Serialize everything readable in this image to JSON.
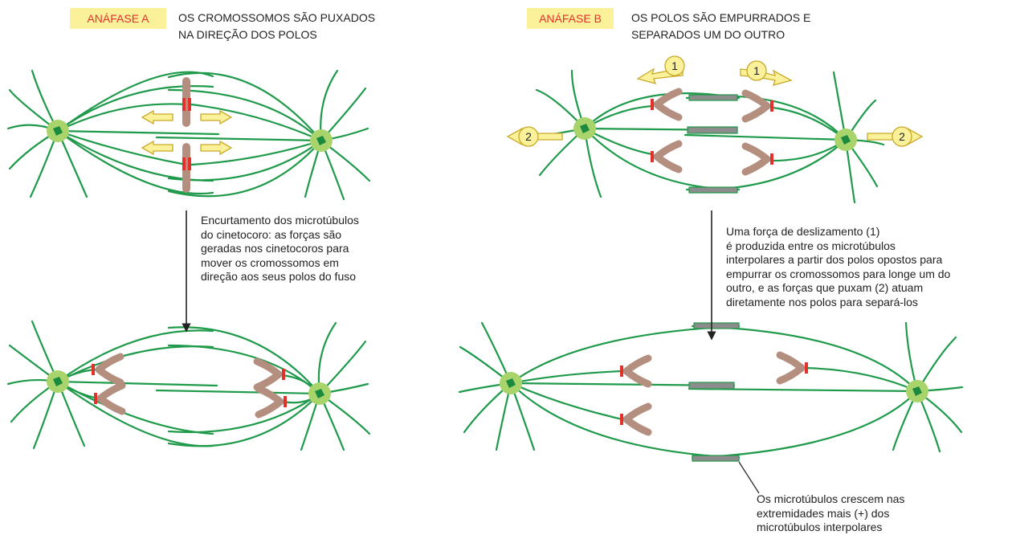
{
  "panel_a": {
    "tag": "ANÁFASE A",
    "heading": "OS CROMOSSOMOS SÃO PUXADOS\nNA DIREÇÃO DOS POLOS",
    "description": "Encurtamento dos microtúbulos\ndo cinetocoro: as forças são\ngeradas nos cinetocoros para\nmover os cromossomos em\ndireção aos seus polos do fuso"
  },
  "panel_b": {
    "tag": "ANÁFASE B",
    "heading": "OS POLOS SÃO EMPURRADOS E\nSEPARADOS UM DO OUTRO",
    "description": "Uma força de deslizamento (1)\né produzida entre os microtúbulos\ninterpolares a partir dos polos opostos para\nempurrar os cromossomos para longe um do\noutro, e as forças que puxam (2) atuam\ndiretamente nos polos para separá-los",
    "force_label_1": "1",
    "force_label_2": "2",
    "growth_note": "Os microtúbulos crescem nas\nextremidades mais (+) dos\nmicrotúbulos interpolares"
  },
  "colors": {
    "microtubule": "#1e9a4a",
    "pole_halo": "#a9d46b",
    "pole_center": "#1a8a3f",
    "chromosome": "#b48f7f",
    "kinetochore": "#e2302b",
    "arrow_fill": "#fbf19a",
    "arrow_stroke": "#c9a92a",
    "overlap_zone": "#8c8c8c",
    "tag_background": "#fbf19a",
    "tag_text": "#e2302b"
  }
}
